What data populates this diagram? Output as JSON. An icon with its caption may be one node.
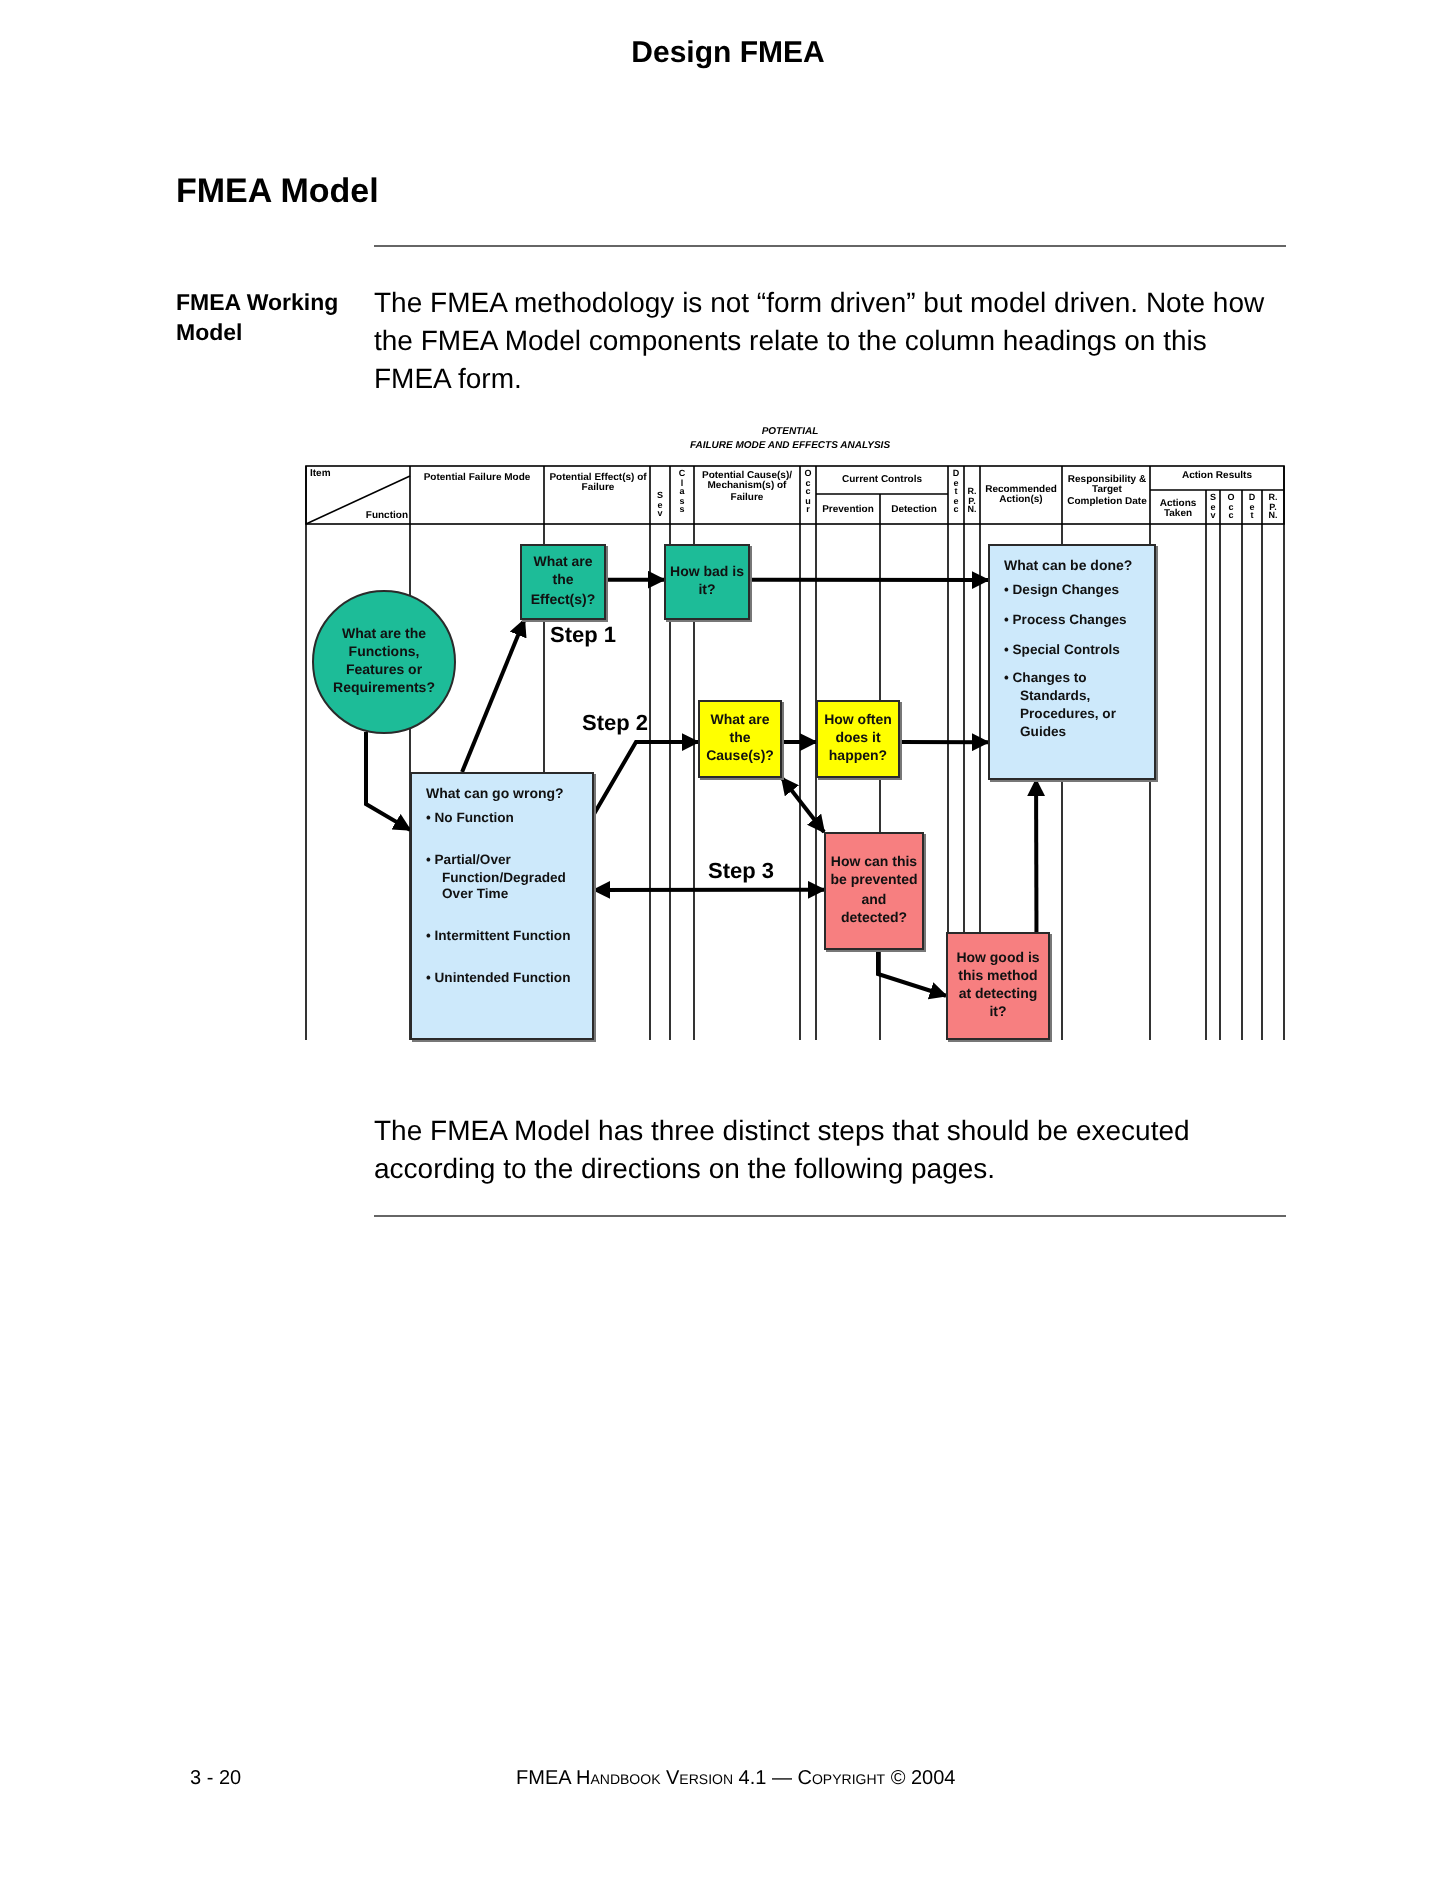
{
  "diagram": {
    "title": "Design FMEA",
    "nodes": [
      {
        "text": [
          "What are the Functions, Features or Requirements?"
        ]
      },
      {
        "text": [
          "What are the Effect(s)?"
        ]
      },
      {
        "text": [
          "How bad is it?"
        ]
      },
      {
        "text": [
          "What can go wrong?",
          "• No Function",
          "• Partial/Over Function/Degraded Over Time",
          "• Intermittent Function",
          "• Unintended Function"
        ]
      },
      {
        "text": [
          "What are the Cause(s)?"
        ]
      },
      {
        "text": [
          "How often does it happen?"
        ]
      },
      {
        "text": [
          "What can be done?",
          "• Design Changes",
          "• Process Changes",
          "• Special Controls",
          "• Changes to Standards, Procedures, or Guides"
        ]
      },
      {
        "text": [
          "How can this be prevented and detected?"
        ]
      },
      {
        "text": [
          "How good is this method at detecting it?"
        ]
      }
    ],
    "edges": [
      {
        "from": 0,
        "to": 3,
        "arrow": "to"
      },
      {
        "from": 3,
        "to": 1,
        "arrow": "to"
      },
      {
        "from": 1,
        "to": 2,
        "arrow": "to"
      },
      {
        "from": 2,
        "to": 6,
        "arrow": "to"
      },
      {
        "from": 3,
        "to": 4,
        "arrow": "to"
      },
      {
        "from": 4,
        "to": 5,
        "arrow": "to"
      },
      {
        "from": 5,
        "to": 6,
        "arrow": "to"
      },
      {
        "from": 4,
        "to": 7,
        "arrow": "both"
      },
      {
        "from": 3,
        "to": 7,
        "arrow": "both"
      },
      {
        "from": 7,
        "to": 8,
        "arrow": "to"
      },
      {
        "from": 8,
        "to": 6,
        "arrow": "to"
      }
    ],
    "labels": [
      "FMEA Model",
      "FMEA Working Model",
      "The FMEA methodology is not “form driven” but model driven.  Note how the FMEA Model components relate to the column headings on this FMEA form.",
      "POTENTIAL",
      "FAILURE MODE AND EFFECTS ANALYSIS",
      "Item",
      "Potential Failure Mode",
      "Potential Effect(s) of Failure",
      "Sev",
      "Class",
      "Potential Cause(s)/ Mechanism(s) of Failure",
      "Occur",
      "Current Controls",
      "Detec",
      "R.P.N.",
      "Recommended Action(s)",
      "Responsibility & Target Completion Date",
      "Action Results",
      "Prevention",
      "Detection",
      "Actions Taken",
      "Sev",
      "Occ",
      "Det",
      "R.P.N.",
      "Function",
      "Step 1",
      "Step 2",
      "Step 3",
      "The FMEA Model has three distinct steps that should be executed according to the directions on the following pages.",
      "3 - 20",
      "FMEA Handbook Version 4.1 — Copyright © 2004"
    ]
  }
}
